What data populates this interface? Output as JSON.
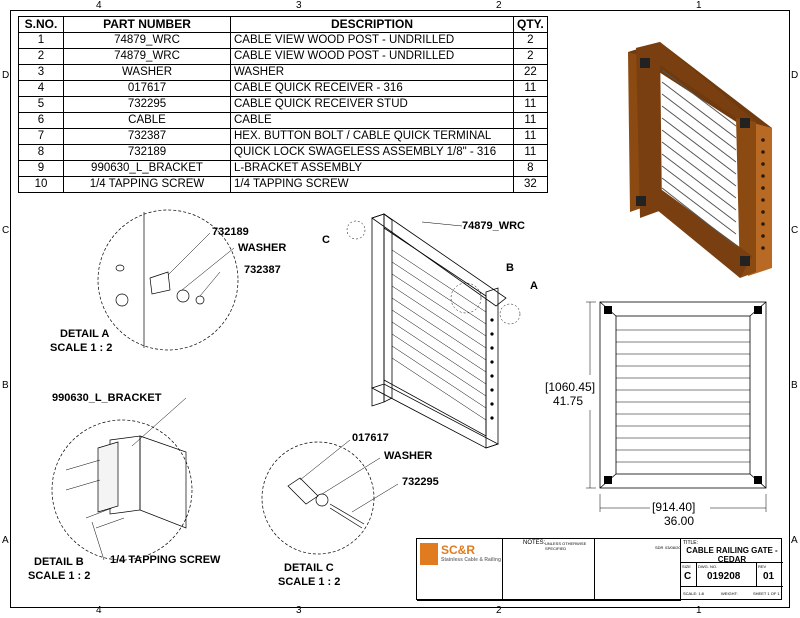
{
  "zones": {
    "top": [
      "4",
      "3",
      "2",
      "1"
    ],
    "bottom": [
      "4",
      "3",
      "2",
      "1"
    ],
    "left": [
      "D",
      "C",
      "B",
      "A"
    ],
    "right": [
      "D",
      "C",
      "B",
      "A"
    ]
  },
  "bom": {
    "headers": [
      "S.NO.",
      "PART NUMBER",
      "DESCRIPTION",
      "QTY."
    ],
    "rows": [
      [
        "1",
        "74879_WRC",
        "CABLE VIEW WOOD POST - UNDRILLED",
        "2"
      ],
      [
        "2",
        "74879_WRC",
        "CABLE VIEW WOOD POST - UNDRILLED",
        "2"
      ],
      [
        "3",
        "WASHER",
        "WASHER",
        "22"
      ],
      [
        "4",
        "017617",
        "CABLE QUICK RECEIVER - 316",
        "11"
      ],
      [
        "5",
        "732295",
        "CABLE QUICK RECEIVER STUD",
        "11"
      ],
      [
        "6",
        "CABLE",
        "CABLE",
        "11"
      ],
      [
        "7",
        "732387",
        "HEX. BUTTON BOLT / CABLE QUICK TERMINAL",
        "11"
      ],
      [
        "8",
        "732189",
        "QUICK LOCK SWAGELESS ASSEMBLY 1/8\" - 316",
        "11"
      ],
      [
        "9",
        "990630_L_BRACKET",
        "L-BRACKET ASSEMBLY",
        "8"
      ],
      [
        "10",
        "1/4 TAPPING SCREW",
        "1/4 TAPPING SCREW",
        "32"
      ]
    ]
  },
  "callouts": {
    "detail_a": {
      "p1": "732189",
      "p2": "WASHER",
      "p3": "732387",
      "title": "DETAIL A",
      "scale": "SCALE 1 : 2"
    },
    "detail_b": {
      "p1": "990630_L_BRACKET",
      "p2": "1/4 TAPPING SCREW",
      "title": "DETAIL B",
      "scale": "SCALE 1 : 2"
    },
    "detail_c": {
      "p1": "017617",
      "p2": "WASHER",
      "p3": "732295",
      "title": "DETAIL C",
      "scale": "SCALE 1 : 2"
    },
    "iso": {
      "post": "74879_WRC",
      "a": "A",
      "b": "B",
      "c": "C"
    }
  },
  "dimensions": {
    "height_mm": "1060.45",
    "height_in": "41.75",
    "width_mm": "914.40",
    "width_in": "36.00"
  },
  "title_block": {
    "company": "SC&R",
    "company_sub": "Stainless Cable & Railing",
    "notes_label": "NOTES:",
    "notes_sub": "UNLESS OTHERWISE SPECIFIED",
    "title_label": "TITLE:",
    "title": "CABLE RAILING GATE - CEDAR",
    "size_label": "SIZE",
    "size": "C",
    "dwg_label": "DWG. NO.",
    "dwg_no": "019208",
    "rev_label": "REV",
    "rev": "01",
    "scale": "SCALE: 1:8",
    "weight": "WEIGHT:",
    "sheet": "SHEET 1 OF 1",
    "drawn_by": "SDR",
    "date": "03/08/20"
  },
  "colors": {
    "wood": "#8a4a12",
    "wood_light": "#b86a25",
    "line": "#000000",
    "logo": "#e07b20"
  }
}
